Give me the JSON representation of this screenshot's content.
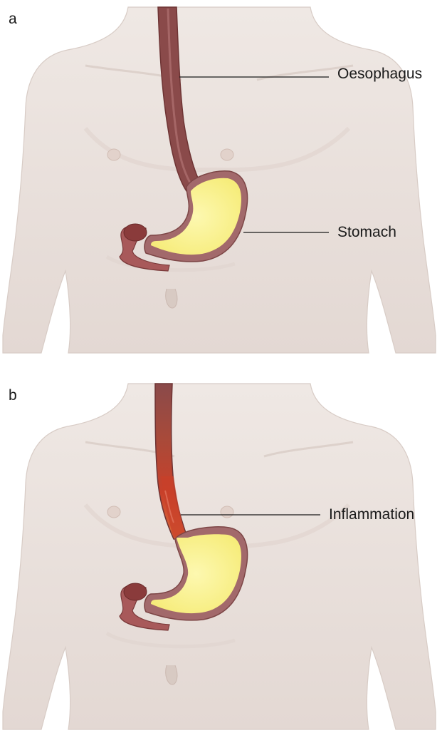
{
  "panels": [
    {
      "letter": "a",
      "labels": {
        "oesophagus": "Oesophagus",
        "stomach": "Stomach"
      }
    },
    {
      "letter": "b",
      "labels": {
        "inflammation": "Inflammation"
      }
    }
  ],
  "colors": {
    "skin": "#ebe3df",
    "skin_shadow": "#d9cdc7",
    "oesophagus": "#8a4a4a",
    "stomach_wall": "#a2696b",
    "stomach_contents": "#fbf49a",
    "inflammation": "#c03a25",
    "leader_line": "#1a1a1a"
  }
}
